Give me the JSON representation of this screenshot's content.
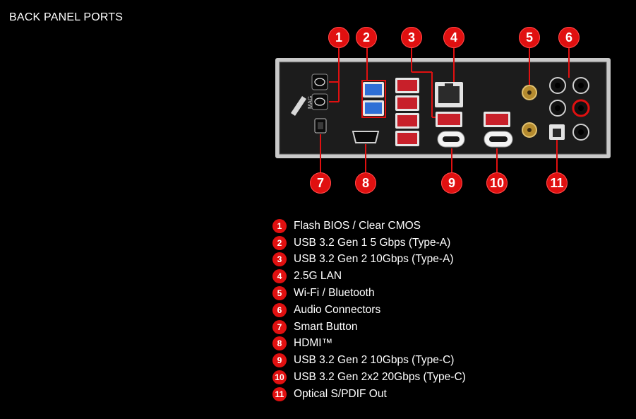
{
  "page": {
    "title": "BACK PANEL PORTS"
  },
  "callouts": [
    "1",
    "2",
    "3",
    "4",
    "5",
    "6",
    "7",
    "8",
    "9",
    "10",
    "11"
  ],
  "legend": [
    {
      "num": "1",
      "label": "Flash BIOS / Clear CMOS"
    },
    {
      "num": "2",
      "label": "USB 3.2 Gen 1 5 Gbps (Type-A)"
    },
    {
      "num": "3",
      "label": "USB 3.2 Gen 2 10Gbps (Type-A)"
    },
    {
      "num": "4",
      "label": "2.5G LAN"
    },
    {
      "num": "5",
      "label": "Wi-Fi / Bluetooth"
    },
    {
      "num": "6",
      "label": "Audio Connectors"
    },
    {
      "num": "7",
      "label": "Smart Button"
    },
    {
      "num": "8",
      "label": "HDMI™"
    },
    {
      "num": "9",
      "label": "USB 3.2 Gen 2 10Gbps (Type-C)"
    },
    {
      "num": "10",
      "label": "USB 3.2 Gen 2x2 20Gbps (Type-C)"
    },
    {
      "num": "11",
      "label": "Optical S/PDIF Out"
    }
  ],
  "colors": {
    "accent": "#e01010",
    "usb_gen1": "#2f6fd6",
    "usb_gen2": "#c8202a",
    "panel": "#2b2b2b",
    "frame": "#bdbdbd"
  },
  "icons": [
    "bios-button-icon",
    "cmos-button-icon",
    "usb-a-port-icon",
    "usb-c-port-icon",
    "lan-port-icon",
    "hdmi-port-icon",
    "antenna-connector-icon",
    "audio-jack-icon",
    "spdif-port-icon",
    "smart-button-icon"
  ]
}
